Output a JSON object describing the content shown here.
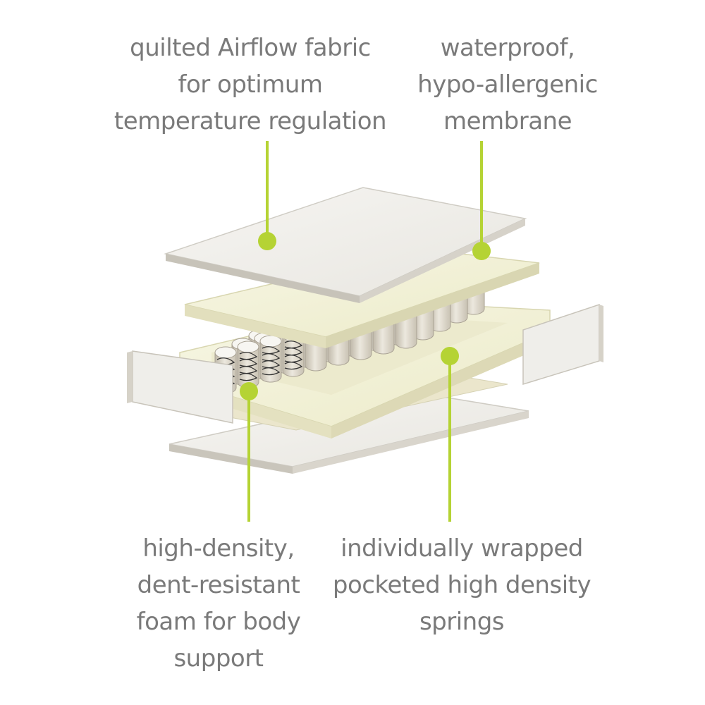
{
  "callouts": {
    "airflow_fabric": {
      "lines": [
        "quilted Airflow fabric",
        "for optimum",
        "temperature regulation"
      ]
    },
    "membrane": {
      "lines": [
        "waterproof,",
        "hypo-allergenic",
        "membrane"
      ]
    },
    "foam": {
      "lines": [
        "high-density,",
        "dent-resistant",
        "foam for body",
        "support"
      ]
    },
    "springs": {
      "lines": [
        "individually wrapped",
        "pocketed high density",
        "springs"
      ]
    }
  },
  "colors": {
    "accent": "#b5d334",
    "text": "#7a7a7a",
    "fabric": "#f1f0ec",
    "foam": "#f4f3d8",
    "spring": "#d8d4c8"
  }
}
